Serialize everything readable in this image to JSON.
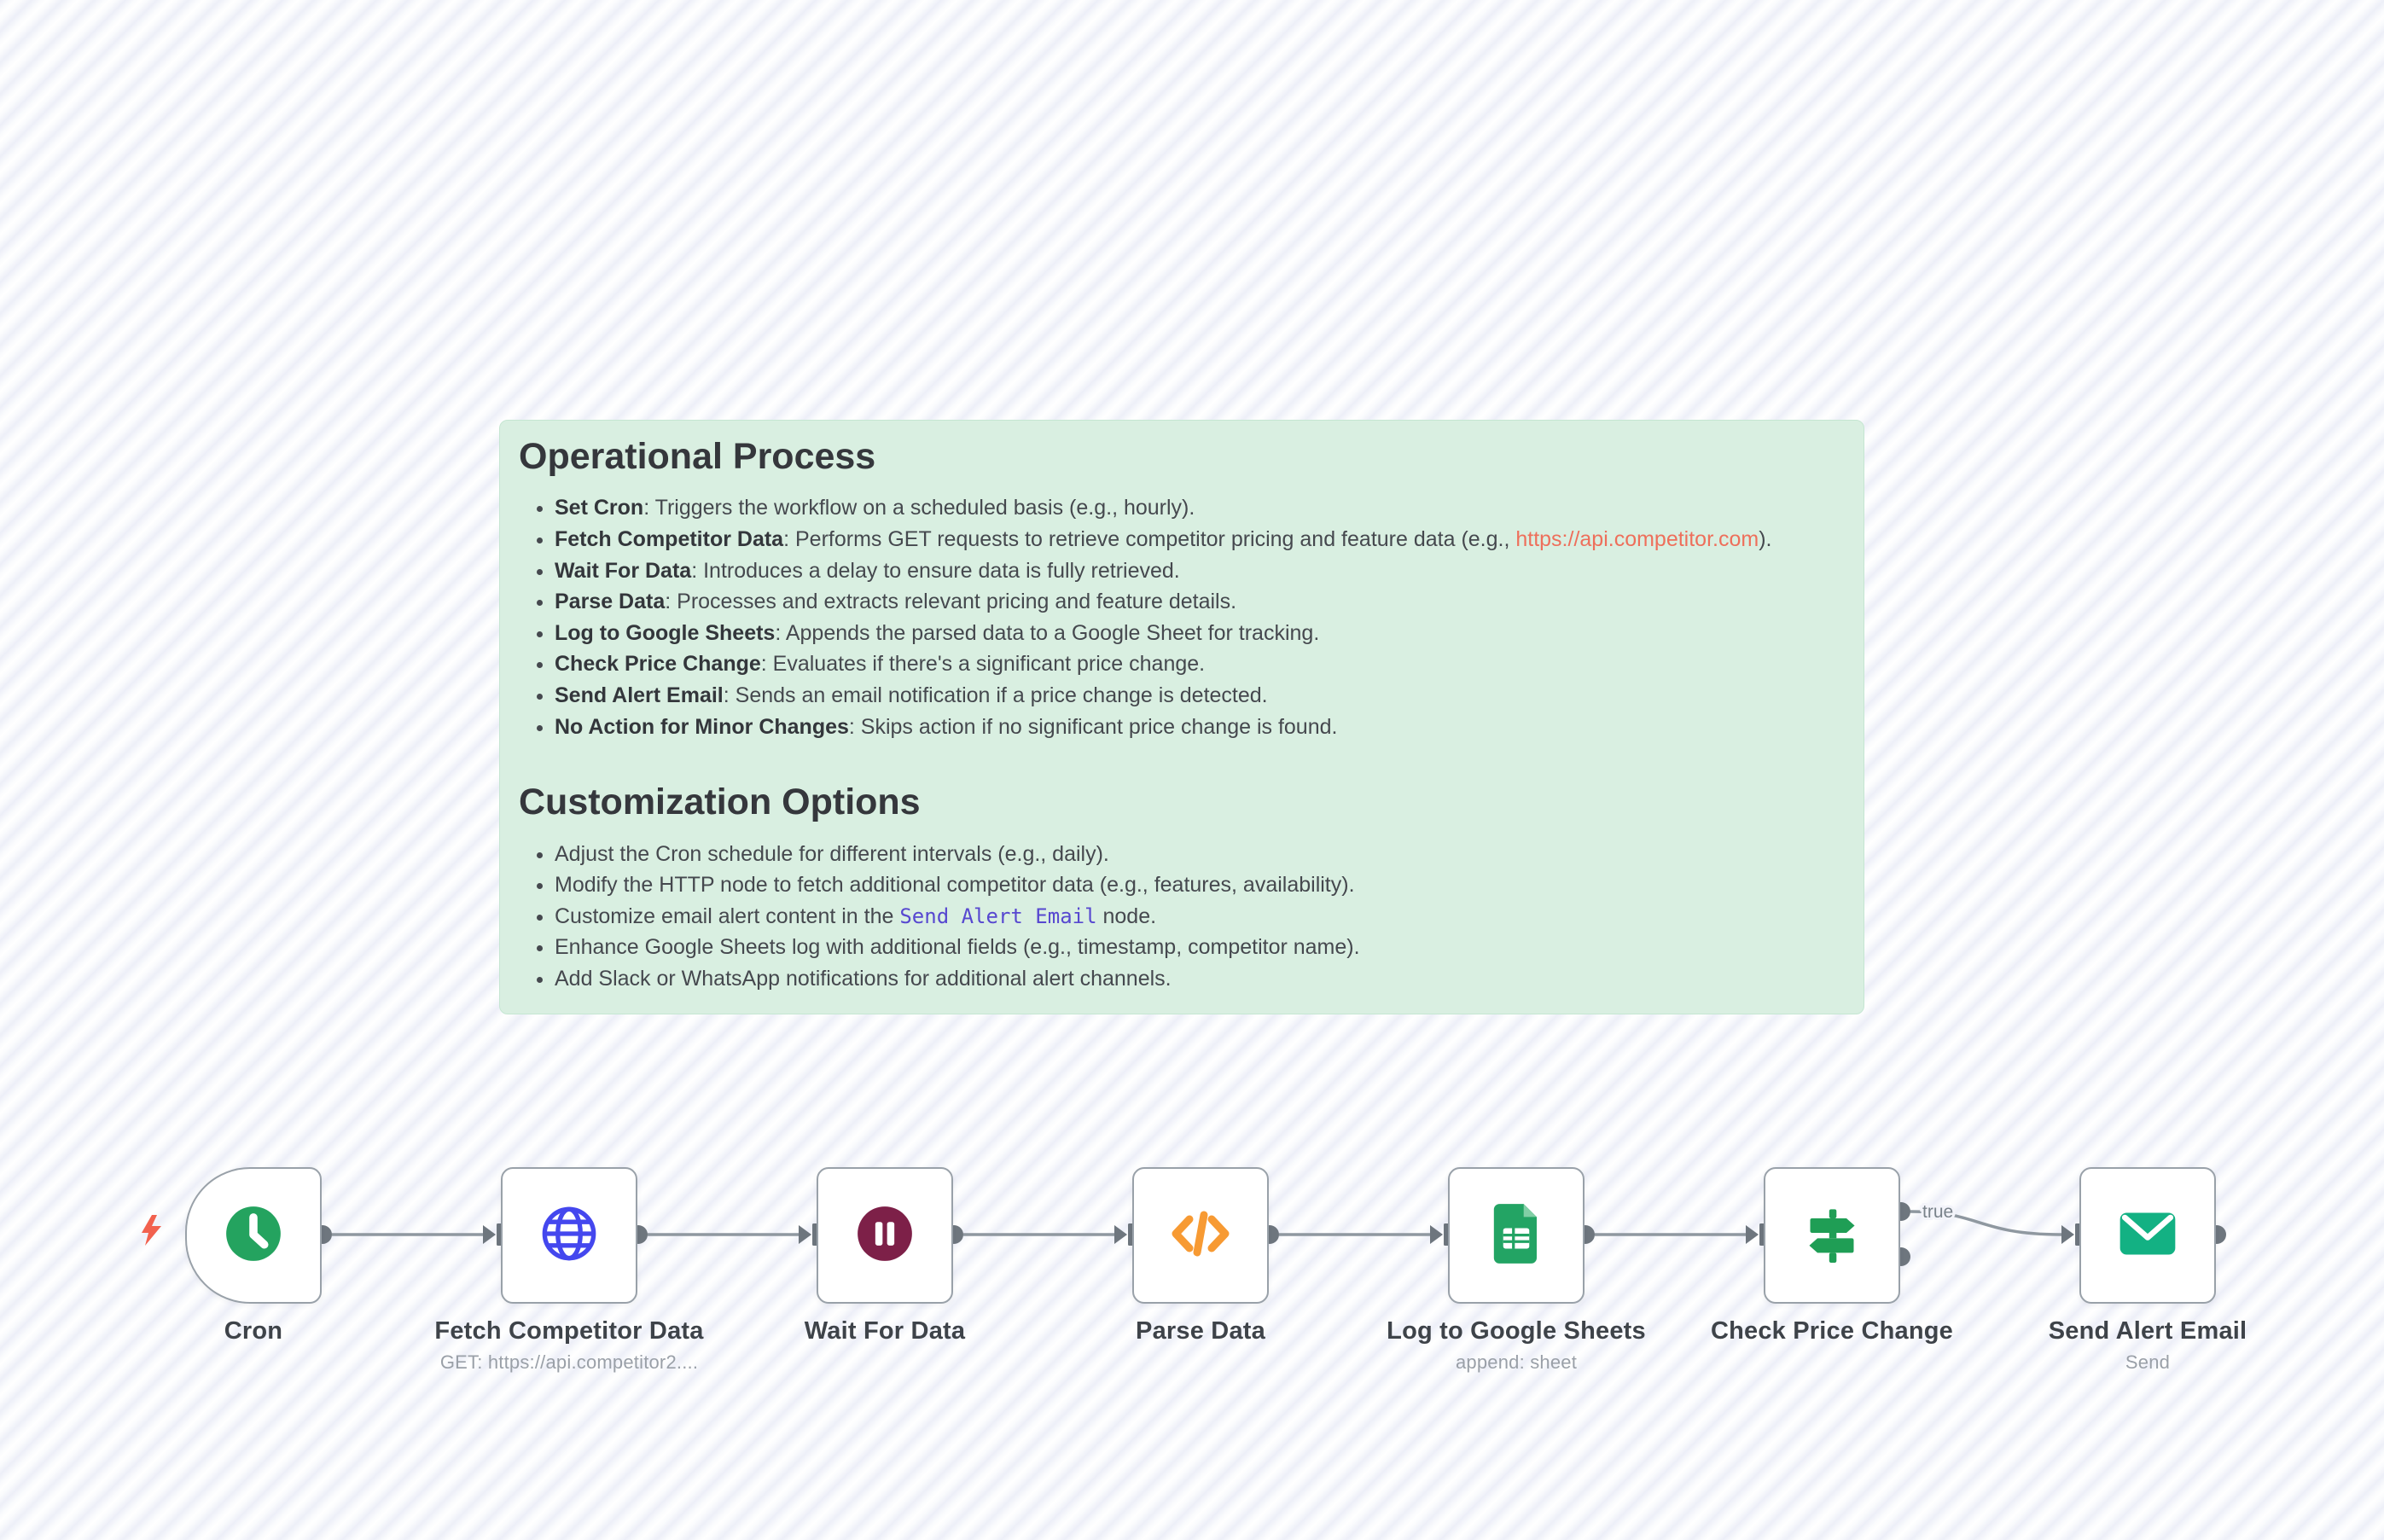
{
  "colors": {
    "note_bg": "#d9efe1",
    "note_border": "#c5e6d2",
    "link": "#ee6f5b",
    "inline_code": "#5748d0",
    "connector": "#8f98a0",
    "port": "#6e767e",
    "node_border": "#99a1a9",
    "bolt": "#f2614e"
  },
  "note": {
    "sections": [
      {
        "title": "Operational Process",
        "bullets": [
          [
            {
              "b": "Set Cron"
            },
            {
              "t": ": Triggers the workflow on a scheduled basis (e.g., hourly)."
            }
          ],
          [
            {
              "b": "Fetch Competitor Data"
            },
            {
              "t": ": Performs GET requests to retrieve competitor pricing and feature data (e.g., "
            },
            {
              "link": "https://api.competitor.com"
            },
            {
              "t": ")."
            }
          ],
          [
            {
              "b": "Wait For Data"
            },
            {
              "t": ": Introduces a delay to ensure data is fully retrieved."
            }
          ],
          [
            {
              "b": "Parse Data"
            },
            {
              "t": ": Processes and extracts relevant pricing and feature details."
            }
          ],
          [
            {
              "b": "Log to Google Sheets"
            },
            {
              "t": ": Appends the parsed data to a Google Sheet for tracking."
            }
          ],
          [
            {
              "b": "Check Price Change"
            },
            {
              "t": ": Evaluates if there's a significant price change."
            }
          ],
          [
            {
              "b": "Send Alert Email"
            },
            {
              "t": ": Sends an email notification if a price change is detected."
            }
          ],
          [
            {
              "b": "No Action for Minor Changes"
            },
            {
              "t": ": Skips action if no significant price change is found."
            }
          ]
        ]
      },
      {
        "title": "Customization Options",
        "bullets": [
          [
            {
              "t": "Adjust the Cron schedule for different intervals (e.g., daily)."
            }
          ],
          [
            {
              "t": "Modify the HTTP node to fetch additional competitor data (e.g., features, availability)."
            }
          ],
          [
            {
              "t": "Customize email alert content in the "
            },
            {
              "code": "Send Alert Email"
            },
            {
              "t": " node."
            }
          ],
          [
            {
              "t": "Enhance Google Sheets log with additional fields (e.g., timestamp, competitor name)."
            }
          ],
          [
            {
              "t": "Add Slack or WhatsApp notifications for additional alert channels."
            }
          ]
        ]
      }
    ]
  },
  "workflow": {
    "connector_label": "true",
    "trigger_indicator": "lightning-bolt-icon",
    "nodes": [
      {
        "name": "Cron",
        "subtitle": "",
        "icon": "clock-icon",
        "icon_color": "#24a35f",
        "shape": "trigger"
      },
      {
        "name": "Fetch Competitor Data",
        "subtitle": "GET: https://api.competitor2....",
        "icon": "globe-icon",
        "icon_color": "#4447ee"
      },
      {
        "name": "Wait For Data",
        "subtitle": "",
        "icon": "pause-icon",
        "icon_color": "#7d2048"
      },
      {
        "name": "Parse Data",
        "subtitle": "",
        "icon": "code-icon",
        "icon_color": "#f79a33"
      },
      {
        "name": "Log to Google Sheets",
        "subtitle": "append: sheet",
        "icon": "google-sheets-icon",
        "icon_color": "#23a464",
        "icon_fold_color": "#82cfa6"
      },
      {
        "name": "Check Price Change",
        "subtitle": "",
        "icon": "signpost-icon",
        "icon_color": "#1f9e55",
        "outputs": 2
      },
      {
        "name": "Send Alert Email",
        "subtitle": "Send",
        "icon": "envelope-icon",
        "icon_color": "#13b183"
      }
    ]
  }
}
